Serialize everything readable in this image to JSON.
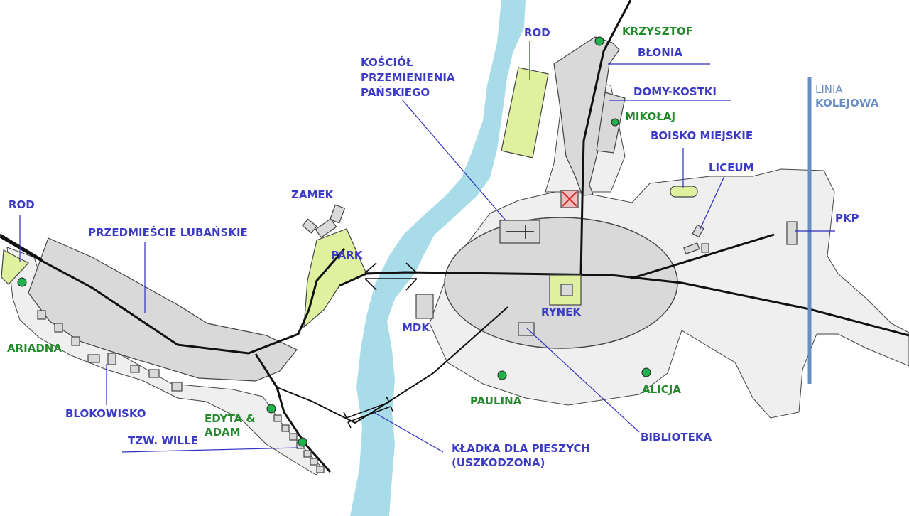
{
  "labels": {
    "rod_east": "ROD",
    "krzysztof": "KRZYSZTOF",
    "blonia": "BŁONIA",
    "kosciol": [
      "KOŚCIÓŁ",
      "PRZEMIENIENIA",
      "PAŃSKIEGO"
    ],
    "domy_kostki": "DOMY-KOSTKI",
    "mikolaj": "MIKOŁAJ",
    "linia_kolejowa": [
      "LINIA",
      "KOLEJOWA"
    ],
    "boisko": "BOISKO MIEJSKIE",
    "liceum": "LICEUM",
    "rod_west": "ROD",
    "zamek": "ZAMEK",
    "pkp": "PKP",
    "przedmiescie": "PRZEDMIEŚCIE LUBAŃSKIE",
    "park": "PARK",
    "mdk": "MDK",
    "rynek": "RYNEK",
    "ariadna": "ARIADNA",
    "paulina": "PAULINA",
    "alicja": "ALICJA",
    "blokowisko": "BLOKOWISKO",
    "edyta_adam": [
      "EDYTA &",
      "ADAM"
    ],
    "wille": "TZW. WILLE",
    "biblioteka": "BIBLIOTEKA",
    "kladka": [
      "KŁADKA DLA PIESZYCH",
      "(USZKODZONA)"
    ]
  },
  "colors": {
    "river": "#a8dce8",
    "green_area": "#dff19e",
    "built_area": "#d9d9d9",
    "suburb": "#efefef",
    "label_blue": "#3b3bc4",
    "label_green": "#238a2c",
    "railway": "#6a8ec2",
    "person_marker": "#22b14c",
    "destroyed_marker": "#d42828"
  },
  "marker_icons": {
    "person": "green-dot",
    "destroyed": "red-x-square",
    "church": "cross-symbol"
  }
}
